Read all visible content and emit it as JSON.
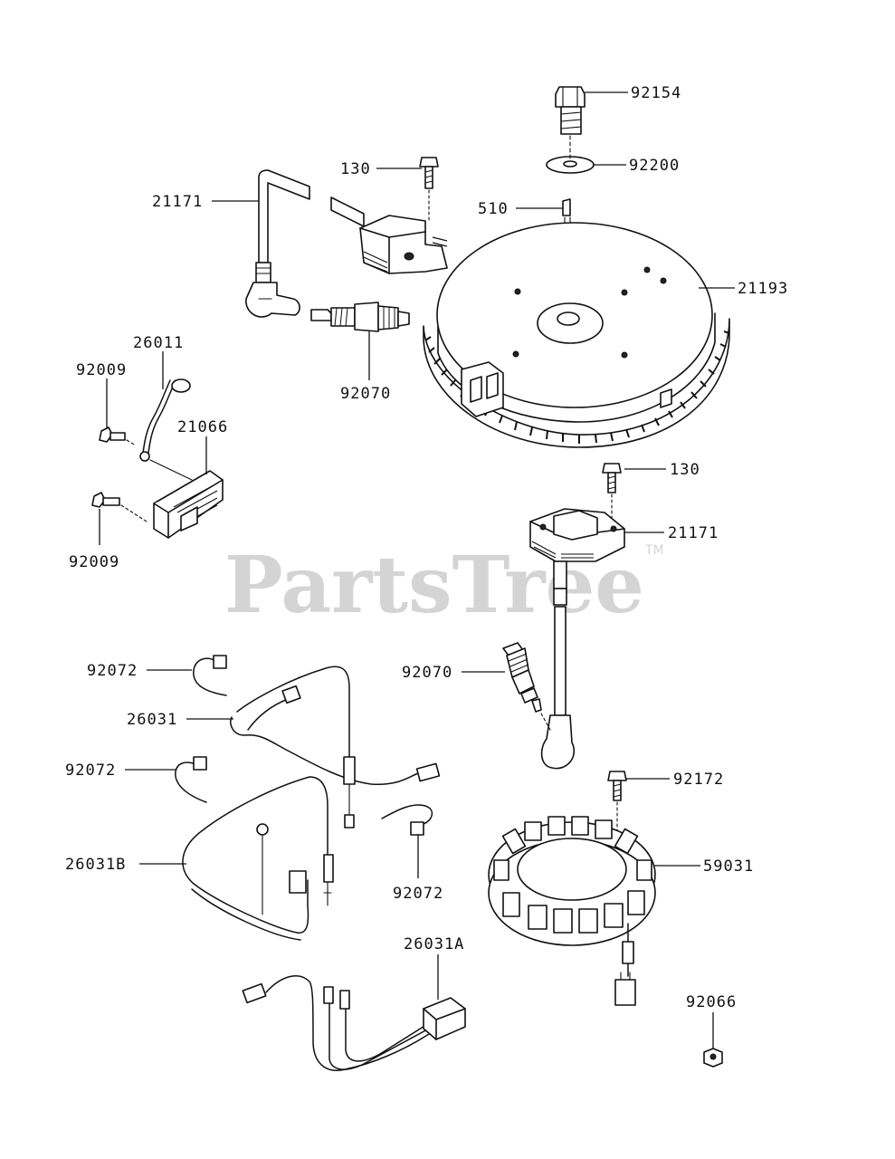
{
  "watermark": {
    "text": "PartsTree",
    "tm": "TM"
  },
  "callouts": {
    "p92154": "92154",
    "p92200": "92200",
    "p510": "510",
    "p130_top": "130",
    "p21171_top": "21171",
    "p21193": "21193",
    "p26011": "26011",
    "p92009_top": "92009",
    "p21066": "21066",
    "p92070_top": "92070",
    "p130_right": "130",
    "p21171_right": "21171",
    "p92009_bottom": "92009",
    "p92072_a": "92072",
    "p26031": "26031",
    "p92070_right": "92070",
    "p92072_b": "92072",
    "p92172": "92172",
    "p26031B": "26031B",
    "p59031": "59031",
    "p92072_c": "92072",
    "p26031A": "26031A",
    "p92066": "92066"
  }
}
